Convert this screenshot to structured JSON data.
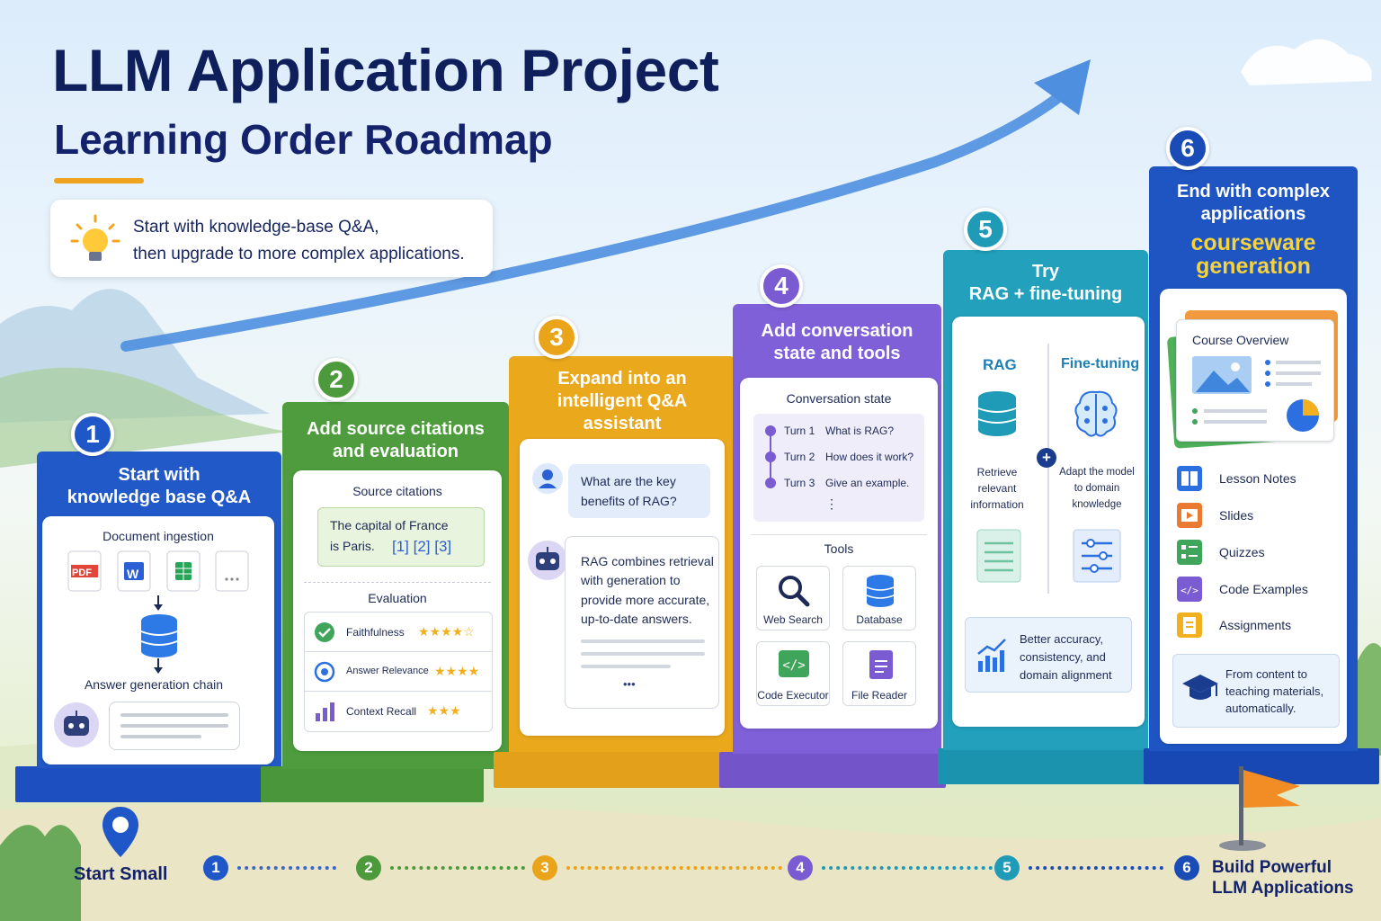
{
  "title": {
    "line1": "LLM Application Project",
    "line2": "Learning Order Roadmap"
  },
  "tip": {
    "line1": "Start with knowledge-base Q&A,",
    "line2": "then upgrade to more complex applications."
  },
  "colors": {
    "blue": "#1f57c8",
    "green": "#4c9a3b",
    "yellow": "#e9a419",
    "purple": "#7a5bd2",
    "teal": "#1f9bb8",
    "navy": "#1a4cb8"
  },
  "steps": [
    {
      "num": "1",
      "title_l1": "Start with",
      "title_l2": "knowledge base Q&A",
      "doc_ingest": "Document ingestion",
      "file_labels": [
        "PDF",
        "W",
        "",
        ""
      ],
      "chain": "Answer generation chain"
    },
    {
      "num": "2",
      "title_l1": "Add source citations",
      "title_l2": "and evaluation",
      "citations_label": "Source citations",
      "cite_text_l1": "The capital of France",
      "cite_text_l2": "is Paris.",
      "cite_refs": "[1] [2] [3]",
      "eval_label": "Evaluation",
      "metrics": [
        {
          "name": "Faithfulness",
          "stars": "★★★★☆"
        },
        {
          "name": "Answer Relevance",
          "stars": "★★★★"
        },
        {
          "name": "Context Recall",
          "stars": "★★★"
        }
      ]
    },
    {
      "num": "3",
      "title_l1": "Expand into an",
      "title_l2": "intelligent Q&A",
      "title_l3": "assistant",
      "q_l1": "What are the key",
      "q_l2": "benefits of RAG?",
      "a_lines": [
        "RAG combines retrieval",
        "with generation to",
        "provide more accurate,",
        "up-to-date answers."
      ],
      "more": "•••"
    },
    {
      "num": "4",
      "title_l1": "Add conversation",
      "title_l2": "state and tools",
      "conv_label": "Conversation state",
      "turns": [
        {
          "t": "Turn 1",
          "q": "What is RAG?"
        },
        {
          "t": "Turn 2",
          "q": "How does it work?"
        },
        {
          "t": "Turn 3",
          "q": "Give an example."
        }
      ],
      "ellipsis": "⋮",
      "tools_label": "Tools",
      "tools": [
        "Web Search",
        "Database",
        "Code Executor",
        "File Reader"
      ]
    },
    {
      "num": "5",
      "title_l1": "Try",
      "title_l2": "RAG + fine-tuning",
      "rag": "RAG",
      "ft": "Fine-tuning",
      "rag_desc": [
        "Retrieve",
        "relevant",
        "information"
      ],
      "ft_desc": [
        "Adapt the model",
        "to domain",
        "knowledge"
      ],
      "plus": "+",
      "benefit": [
        "Better accuracy,",
        "consistency, and",
        "domain alignment"
      ]
    },
    {
      "num": "6",
      "title_l1": "End with complex",
      "title_l2": "applications",
      "hl_l1": "courseware",
      "hl_l2": "generation",
      "overview": "Course Overview",
      "items": [
        "Lesson Notes",
        "Slides",
        "Quizzes",
        "Code Examples",
        "Assignments"
      ],
      "footer": [
        "From content to",
        "teaching materials,",
        "automatically."
      ]
    }
  ],
  "timeline": {
    "start": "Start Small",
    "end_l1": "Build Powerful",
    "end_l2": "LLM Applications",
    "nums": [
      "1",
      "2",
      "3",
      "4",
      "5",
      "6"
    ]
  }
}
